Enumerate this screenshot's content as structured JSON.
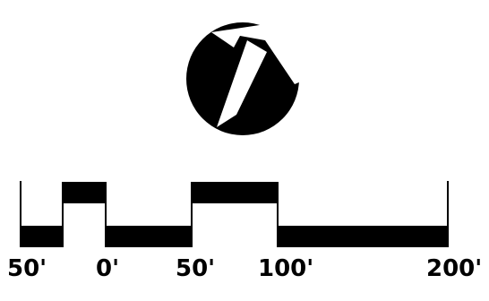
{
  "north_arrow": {
    "icon": "north-arrow-icon",
    "disc_color": "#000000",
    "arrow_color": "#ffffff"
  },
  "scale_bar": {
    "icon": "scale-bar-icon",
    "ink_color": "#000000",
    "labels": [
      "50'",
      "0'",
      "50'",
      "100'",
      "200'"
    ]
  }
}
